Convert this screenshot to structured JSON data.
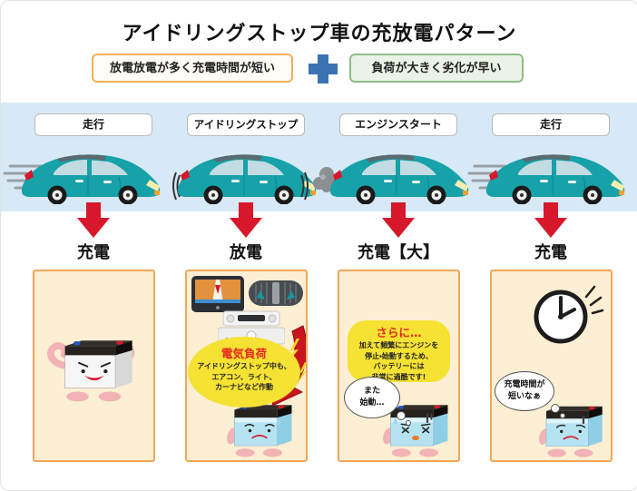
{
  "header": {
    "title": "アイドリングストップ車の充放電パターン",
    "badge_left": "放電放電が多く充電時間が短い",
    "badge_right": "負荷が大きく劣化が早い"
  },
  "columns": [
    {
      "phase": "走行",
      "result": "充電"
    },
    {
      "phase": "アイドリングストップ",
      "result": "放電"
    },
    {
      "phase": "エンジンスタート",
      "result": "充電【大】"
    },
    {
      "phase": "走行",
      "result": "充電"
    }
  ],
  "panels": {
    "electric_load": {
      "burst_title": "電気負荷",
      "burst_body": "アイドリングストップ中も、\nエアコン、ライト、\nカーナビなど作動",
      "icons": [
        "car-navigation",
        "ac-vent",
        "car-audio",
        "lightning-arrow"
      ]
    },
    "harsh": {
      "callout_title": "さらに…",
      "callout_body": "加えて頻繁にエンジンを\n停止・始動するため、\nバッテリーには\n非常に過酷です!",
      "speech": "また\n始動…"
    },
    "short_charge": {
      "speech": "充電時間が\n短いなぁ",
      "icons": [
        "clock"
      ]
    }
  },
  "colors": {
    "car_teal": "#17a1a9",
    "arrow_red": "#d7182a",
    "band_blue": "#d7e9f6",
    "panel_cream": "#fcefd4",
    "panel_border_orange": "#f0a758",
    "bubble_yellow": "#f5e233",
    "badge_orange_border": "#f0b05a",
    "badge_green_border": "#8fbc85",
    "plus_blue": "#3a72b4",
    "battery_blue": "#b5e3f2"
  }
}
